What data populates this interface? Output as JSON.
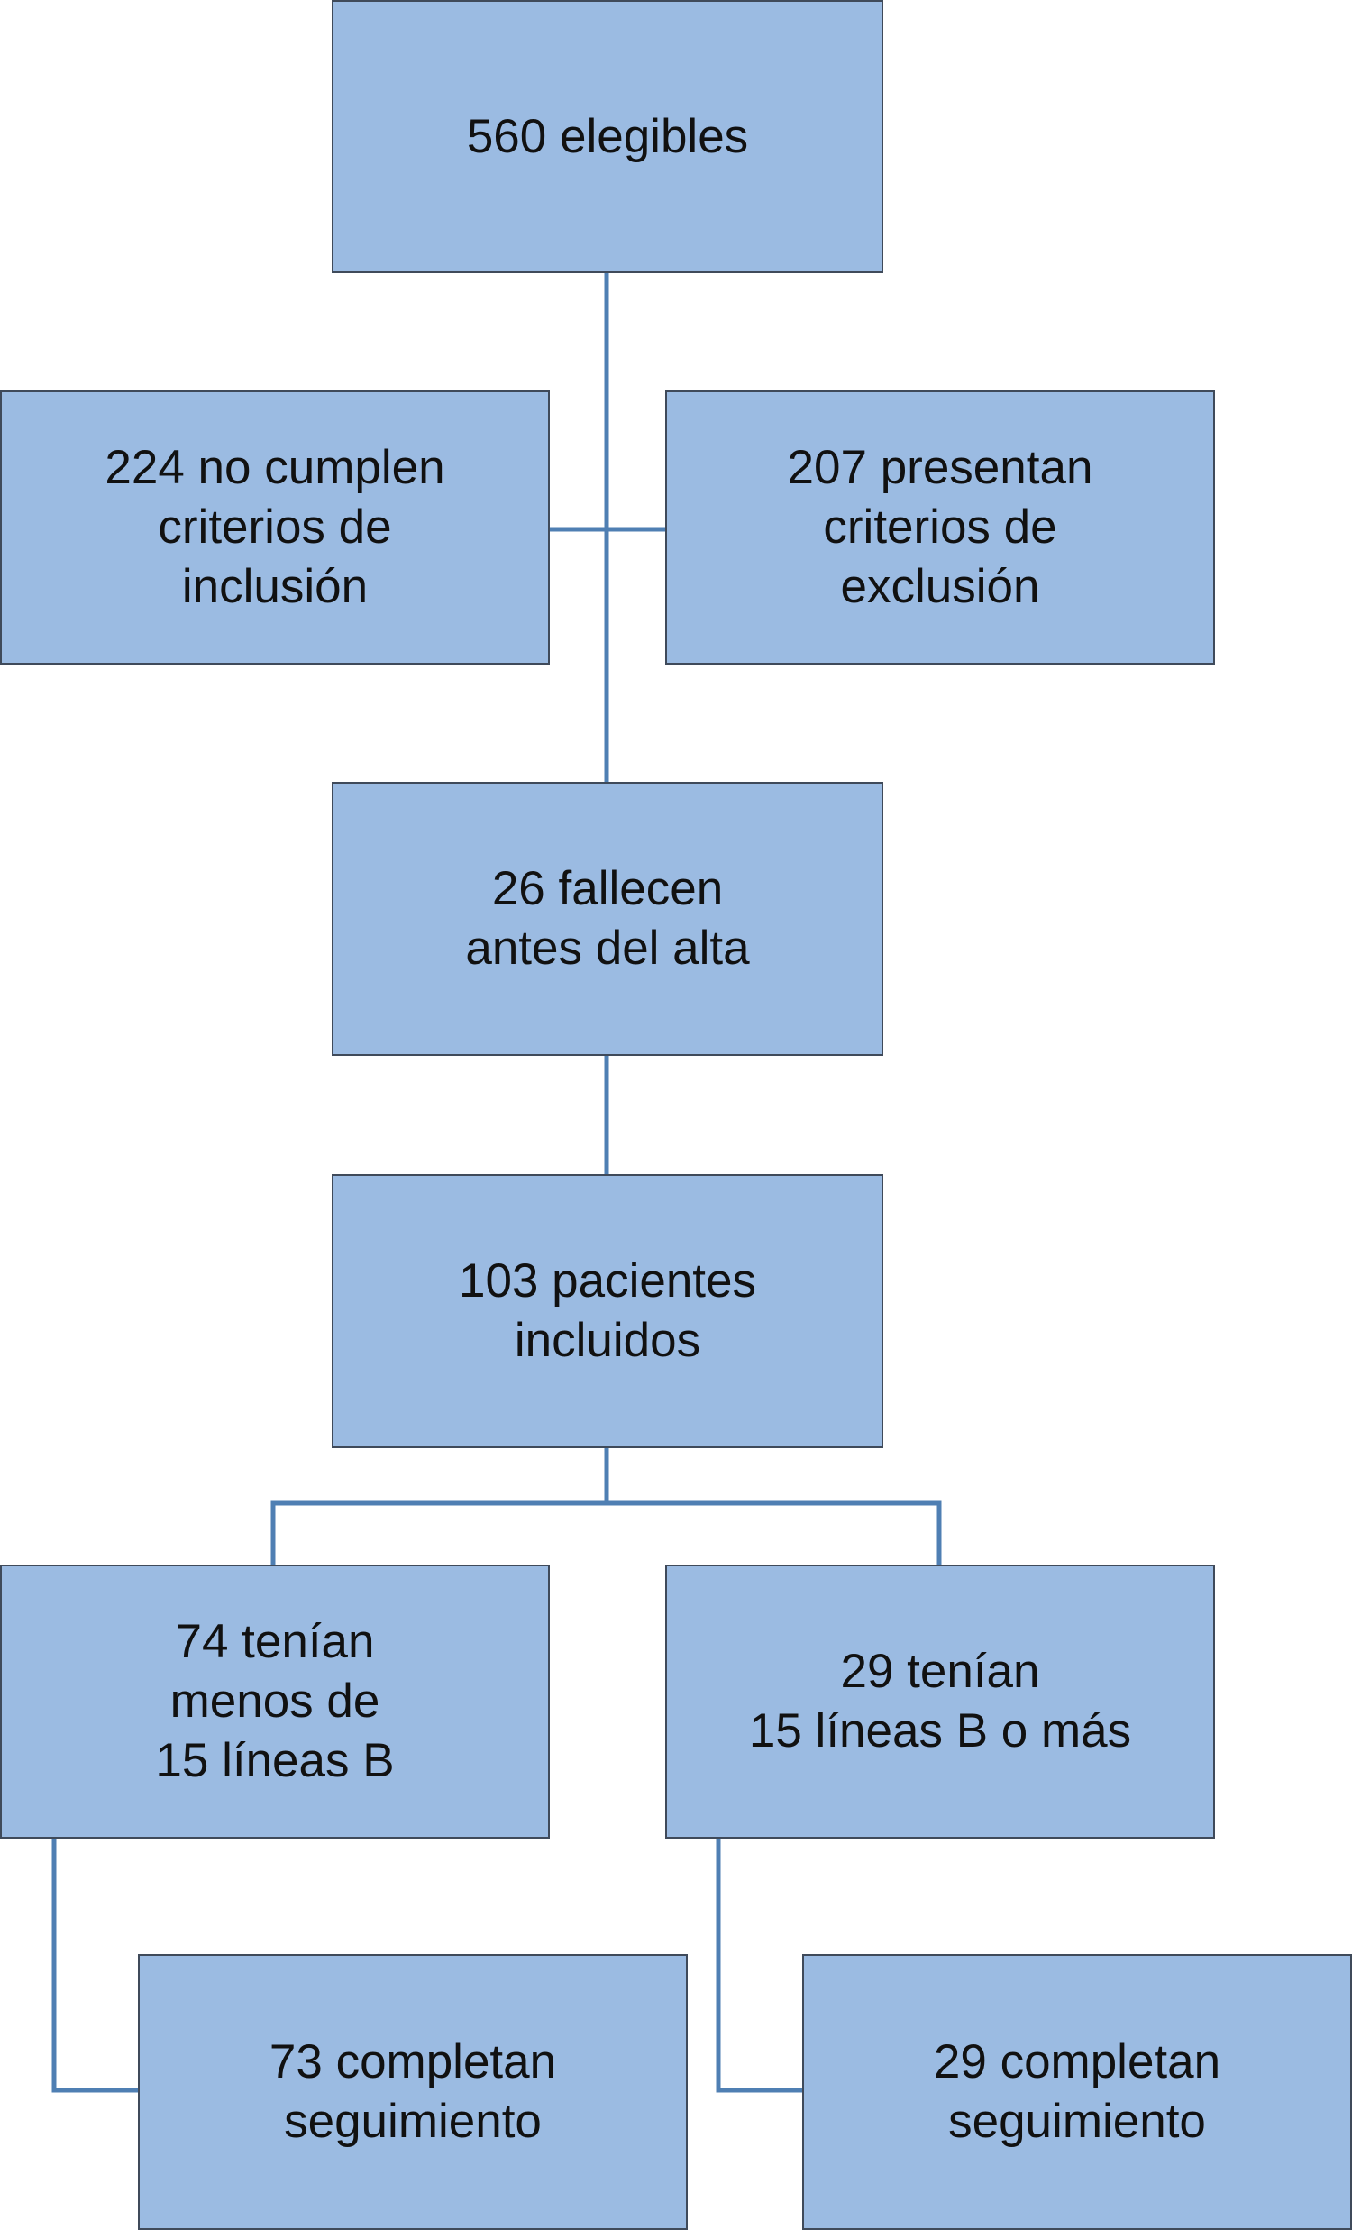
{
  "colors": {
    "box_fill": "#9bbbe2",
    "box_border": "#3f4a5a",
    "connector": "#4f7fb3"
  },
  "flowchart": {
    "eligibles": "560 elegibles",
    "not_meeting_inclusion": "224 no cumplen\ncriterios de\ninclusión",
    "exclusion_criteria": "207 presentan\ncriterios de\nexclusión",
    "died_before_discharge": "26 fallecen\nantes del alta",
    "patients_included": "103 pacientes\nincluidos",
    "under_15_b_lines": "74 tenían\nmenos de\n15 líneas B",
    "at_least_15_b_lines": "29 tenían\n15 líneas B o más",
    "completed_followup_left": "73 completan\nseguimiento",
    "completed_followup_right": "29 completan\nseguimiento"
  }
}
